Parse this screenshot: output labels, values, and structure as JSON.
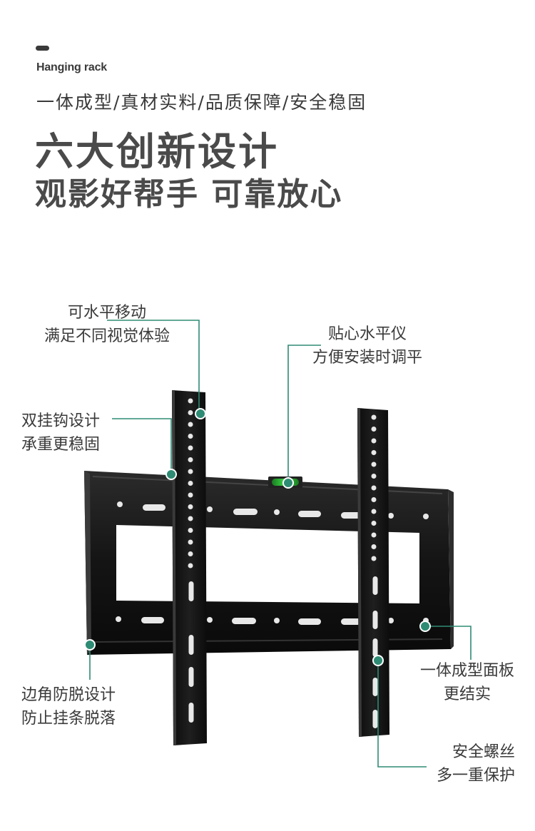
{
  "header": {
    "tag_en": "Hanging rack",
    "subtitle": "一体成型/真材实料/品质保障/安全稳固",
    "title_line1": "六大创新设计",
    "title_line2": "观影好帮手 可靠放心"
  },
  "callouts": {
    "move": {
      "line1": "可水平移动",
      "line2": "满足不同视觉体验"
    },
    "level": {
      "line1": "贴心水平仪",
      "line2": "方便安装时调平"
    },
    "hook": {
      "line1": "双挂钩设计",
      "line2": "承重更稳固"
    },
    "panel": {
      "line1": "一体成型面板",
      "line2": "更结实"
    },
    "edge": {
      "line1": "边角防脱设计",
      "line2": "防止挂条脱落"
    },
    "screw": {
      "line1": "安全螺丝",
      "line2": "多一重保护"
    }
  },
  "colors": {
    "accent": "#2e8b74",
    "bubble": "#3ddc4a",
    "metal": "#1a1a1a"
  }
}
